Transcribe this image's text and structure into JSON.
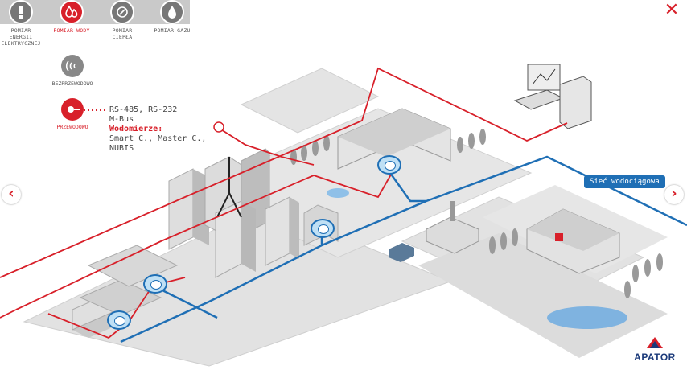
{
  "categories": [
    {
      "label": "POMIAR ENERGII ELEKTRYCZNEJ",
      "icon": "bulb-icon",
      "active": false
    },
    {
      "label": "POMIAR WODY",
      "icon": "water-drop-icon",
      "active": true
    },
    {
      "label": "POMIAR CIEPŁA",
      "icon": "heat-icon",
      "active": false
    },
    {
      "label": "POMIAR GAZU",
      "icon": "flame-icon",
      "active": false
    }
  ],
  "modes": [
    {
      "label": "BEZPRZEWODOWO",
      "icon": "wireless-icon",
      "active": false
    },
    {
      "label": "PRZEWODOWO",
      "icon": "wired-icon",
      "active": true
    }
  ],
  "info": {
    "line1": "RS-485, RS-232",
    "line2": "M-Bus",
    "line3": "Wodomierze:",
    "line4": "Smart C., Master C.,",
    "line5": "NUBIS"
  },
  "network_label": "Sieć wodociągowa",
  "brand": "APATOR",
  "colors": {
    "accent": "#d8202a",
    "network": "#1f6fb5",
    "brand": "#1b3a7a"
  }
}
